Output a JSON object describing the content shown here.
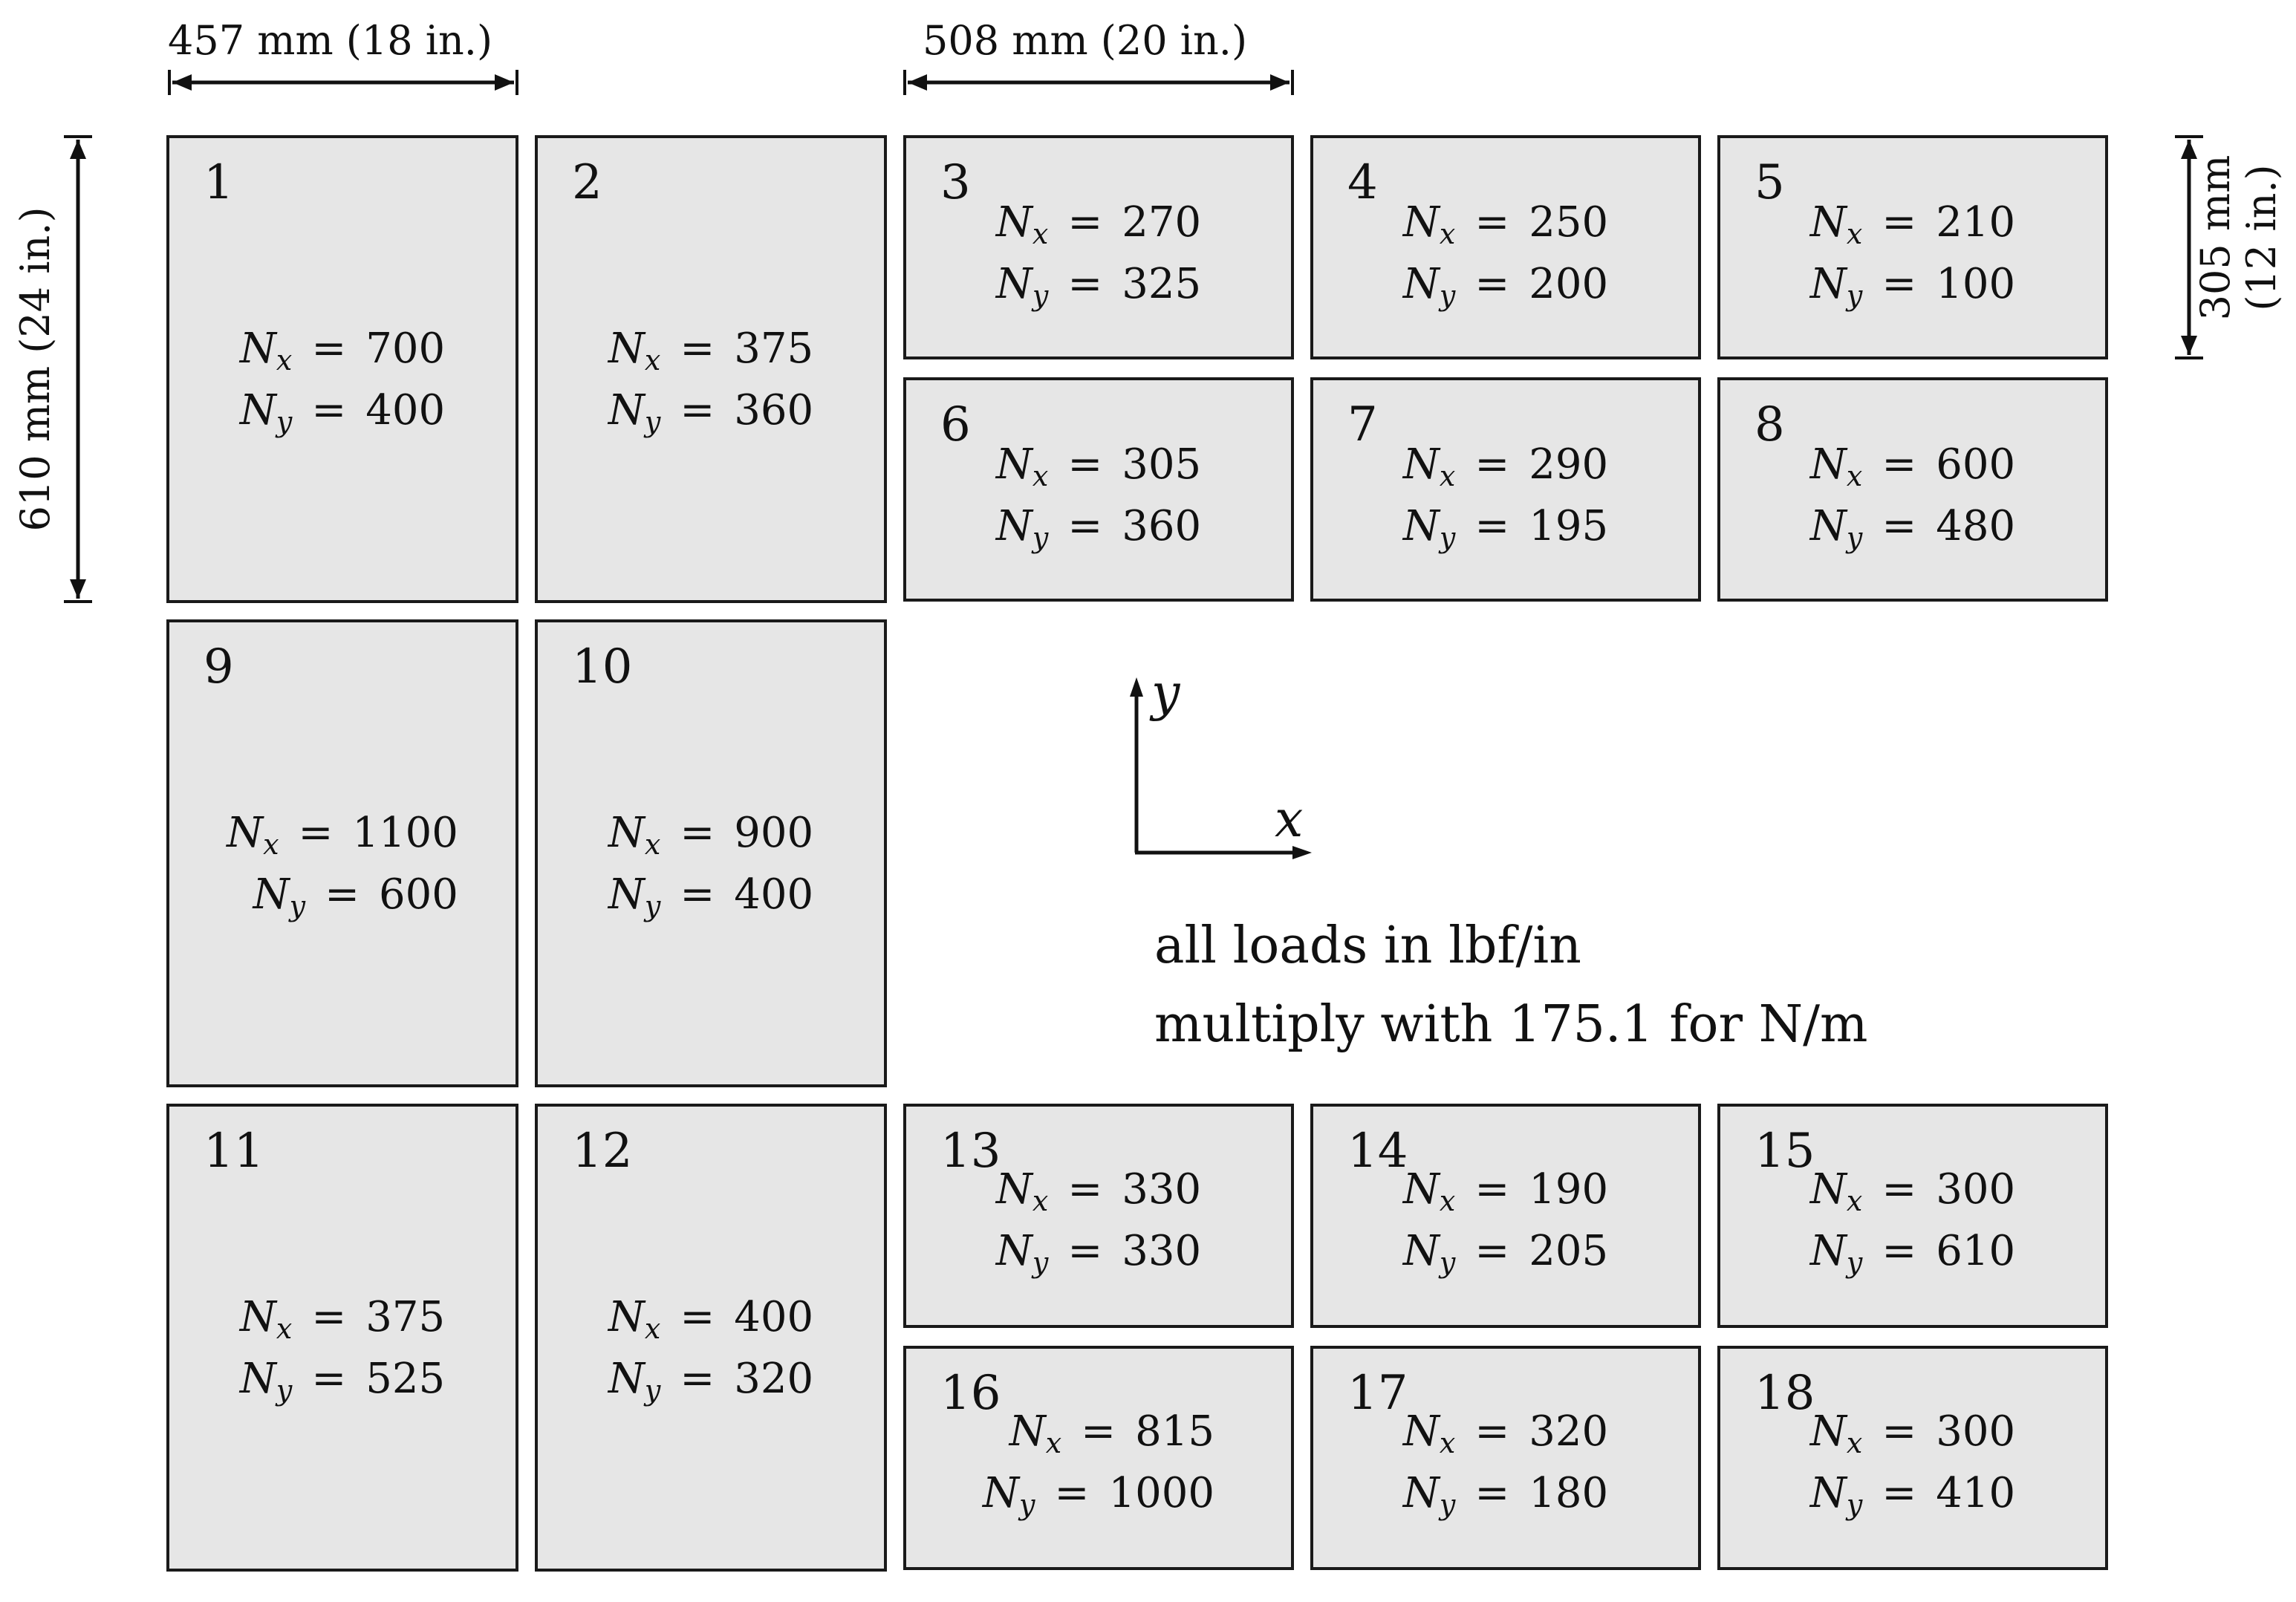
{
  "dimensions": {
    "top_left": "457 mm (18 in.)",
    "top_middle": "508 mm (20 in.)",
    "left": "610 mm (24 in.)",
    "right_line1": "305 mm",
    "right_line2": "(12 in.)"
  },
  "axes": {
    "x": "x",
    "y": "y"
  },
  "notes": {
    "line1": "all loads in lbf/in",
    "line2": "multiply with 175.1 for N/m"
  },
  "symbols": {
    "n": "N",
    "x_sub": "x",
    "y_sub": "y",
    "equals": "="
  },
  "panels": [
    {
      "id": "1",
      "nx": "700",
      "ny": "400"
    },
    {
      "id": "2",
      "nx": "375",
      "ny": "360"
    },
    {
      "id": "3",
      "nx": "270",
      "ny": "325"
    },
    {
      "id": "4",
      "nx": "250",
      "ny": "200"
    },
    {
      "id": "5",
      "nx": "210",
      "ny": "100"
    },
    {
      "id": "6",
      "nx": "305",
      "ny": "360"
    },
    {
      "id": "7",
      "nx": "290",
      "ny": "195"
    },
    {
      "id": "8",
      "nx": "600",
      "ny": "480"
    },
    {
      "id": "9",
      "nx": "1100",
      "ny": "600"
    },
    {
      "id": "10",
      "nx": "900",
      "ny": "400"
    },
    {
      "id": "11",
      "nx": "375",
      "ny": "525"
    },
    {
      "id": "12",
      "nx": "400",
      "ny": "320"
    },
    {
      "id": "13",
      "nx": "330",
      "ny": "330"
    },
    {
      "id": "14",
      "nx": "190",
      "ny": "205"
    },
    {
      "id": "15",
      "nx": "300",
      "ny": "610"
    },
    {
      "id": "16",
      "nx": "815",
      "ny": "1000"
    },
    {
      "id": "17",
      "nx": "320",
      "ny": "180"
    },
    {
      "id": "18",
      "nx": "300",
      "ny": "410"
    }
  ]
}
